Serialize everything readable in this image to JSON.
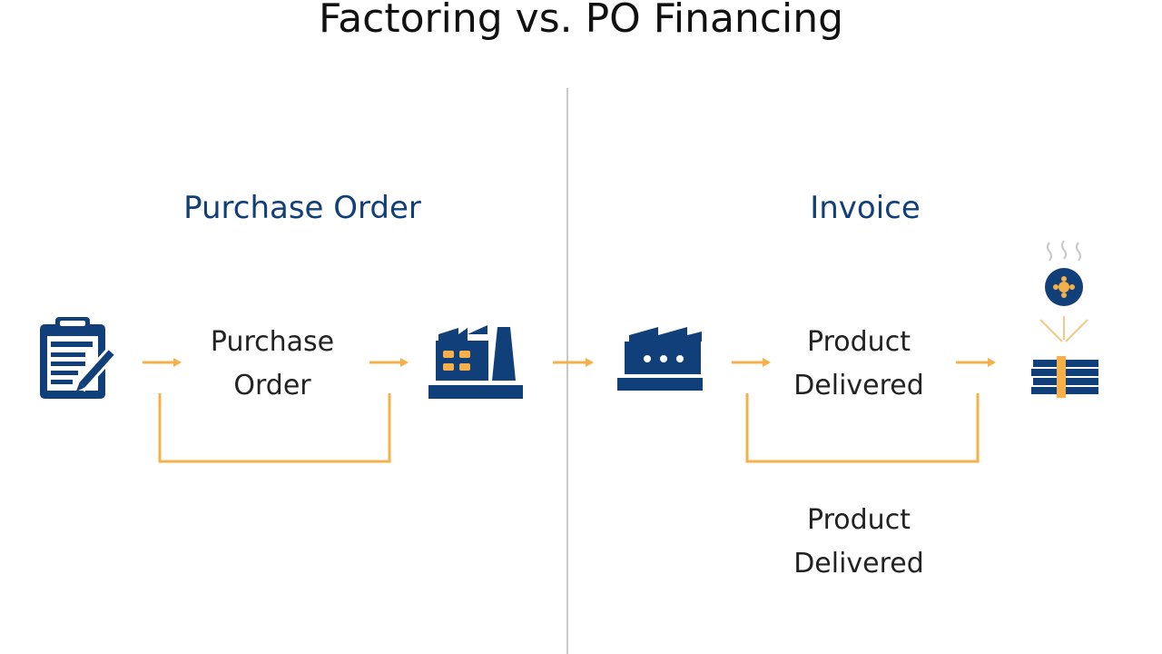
{
  "title": "Factoring vs. PO Financing",
  "colors": {
    "navy": "#103f7a",
    "accent_orange": "#f5b04a",
    "divider": "#c8c8c8",
    "text": "#222222"
  },
  "left_panel": {
    "heading": "Purchase Order",
    "step_label": {
      "line1": "Purchase",
      "line2": "Order"
    },
    "icons": [
      "clipboard-pen-icon",
      "factory-icon"
    ]
  },
  "right_panel": {
    "heading": "Invoice",
    "step_label": {
      "line1": "Product",
      "line2": "Delivered"
    },
    "bottom_label": {
      "line1": "Product",
      "line2": "Delivered"
    },
    "icons": [
      "factory-icon",
      "coin-icon",
      "cash-stack-icon"
    ]
  }
}
